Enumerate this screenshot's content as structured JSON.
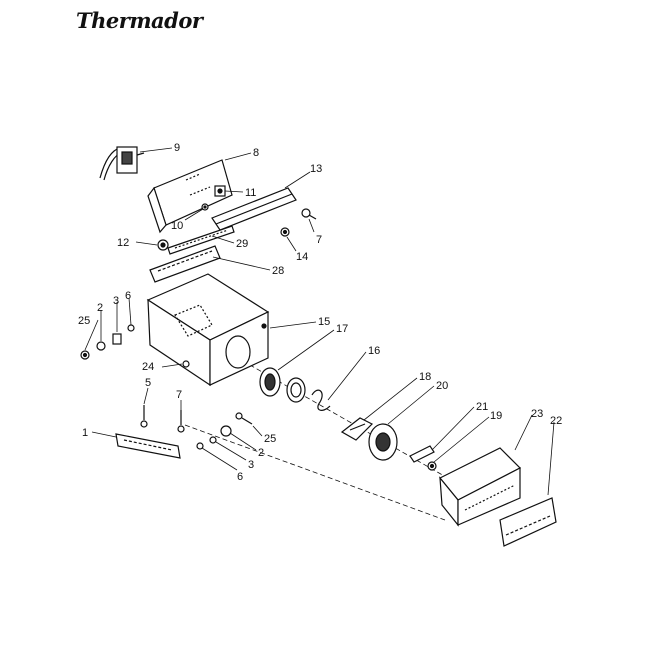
{
  "brand": {
    "name": "Thermador"
  },
  "diagram": {
    "callouts": {
      "c1": "1",
      "c2a": "2",
      "c2b": "2",
      "c3a": "3",
      "c3b": "3",
      "c5": "5",
      "c6a": "6",
      "c6b": "6",
      "c7a": "7",
      "c7b": "7",
      "c8": "8",
      "c9": "9",
      "c10": "10",
      "c11": "11",
      "c12": "12",
      "c13": "13",
      "c14": "14",
      "c15": "15",
      "c16": "16",
      "c17": "17",
      "c18": "18",
      "c19": "19",
      "c20": "20",
      "c21": "21",
      "c22": "22",
      "c23": "23",
      "c24": "24",
      "c25a": "25",
      "c25b": "25",
      "c28": "28",
      "c29": "29"
    }
  }
}
